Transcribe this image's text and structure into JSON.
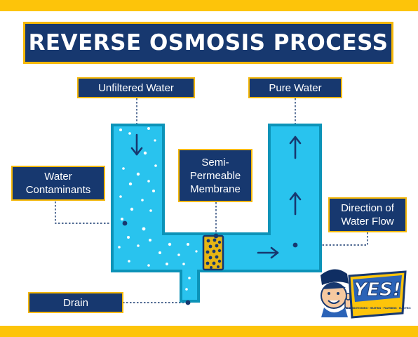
{
  "title": "REVERSE OSMOSIS PROCESS",
  "labels": {
    "unfiltered_water": "Unfiltered Water",
    "pure_water": "Pure Water",
    "water_contaminants": "Water\nContaminants",
    "semi_permeable_membrane": "Semi-\nPermeable\nMembrane",
    "direction_of_water_flow": "Direction of\nWater Flow",
    "drain": "Drain"
  },
  "logo": {
    "text": "YES!",
    "tagline": "AIR CONDITIONING · HEATING · PLUMBING · ELECTRIC"
  },
  "colors": {
    "navy": "#17386F",
    "gold": "#FDC40A",
    "water": "#29C3EE",
    "water_edge": "#0C93B8",
    "membrane": "#E6B514"
  },
  "icons": {
    "arrow_down": "arrow-down-icon",
    "arrow_up": "arrow-up-icon",
    "arrow_right": "arrow-right-icon",
    "mascot": "mascot-icon"
  }
}
